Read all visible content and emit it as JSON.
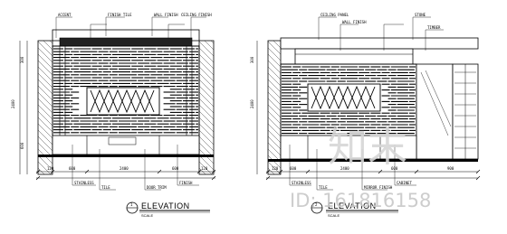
{
  "drawings": {
    "left": {
      "title": "ELEVATION",
      "title_number": "1",
      "sub_label": "SCALE",
      "callouts_top": [
        "ACCENT",
        "FINISH TILE",
        "WALL FINISH",
        "CEILING FINISH"
      ],
      "callouts_bottom": [
        "STAINLESS",
        "TILE",
        "DOOR TRIM",
        "FINISH"
      ],
      "dims_bottom": [
        "120",
        "600",
        "2400",
        "600",
        "120"
      ],
      "dims_left": [
        "2400",
        "300",
        "600"
      ]
    },
    "right": {
      "title": "ELEVATION",
      "title_number": "2",
      "sub_label": "SCALE",
      "callouts_top": [
        "CEILING PANEL",
        "WALL FINISH",
        "TIMBER",
        "STONE"
      ],
      "callouts_bottom": [
        "STAINLESS",
        "TILE",
        "MIRROR FINISH",
        "CABINET"
      ],
      "dims_bottom": [
        "120",
        "600",
        "2400",
        "600",
        "900"
      ],
      "dims_left": [
        "2400",
        "300"
      ]
    }
  },
  "watermark": {
    "brand_cn": "知末",
    "id_text": "ID: 161816158"
  }
}
